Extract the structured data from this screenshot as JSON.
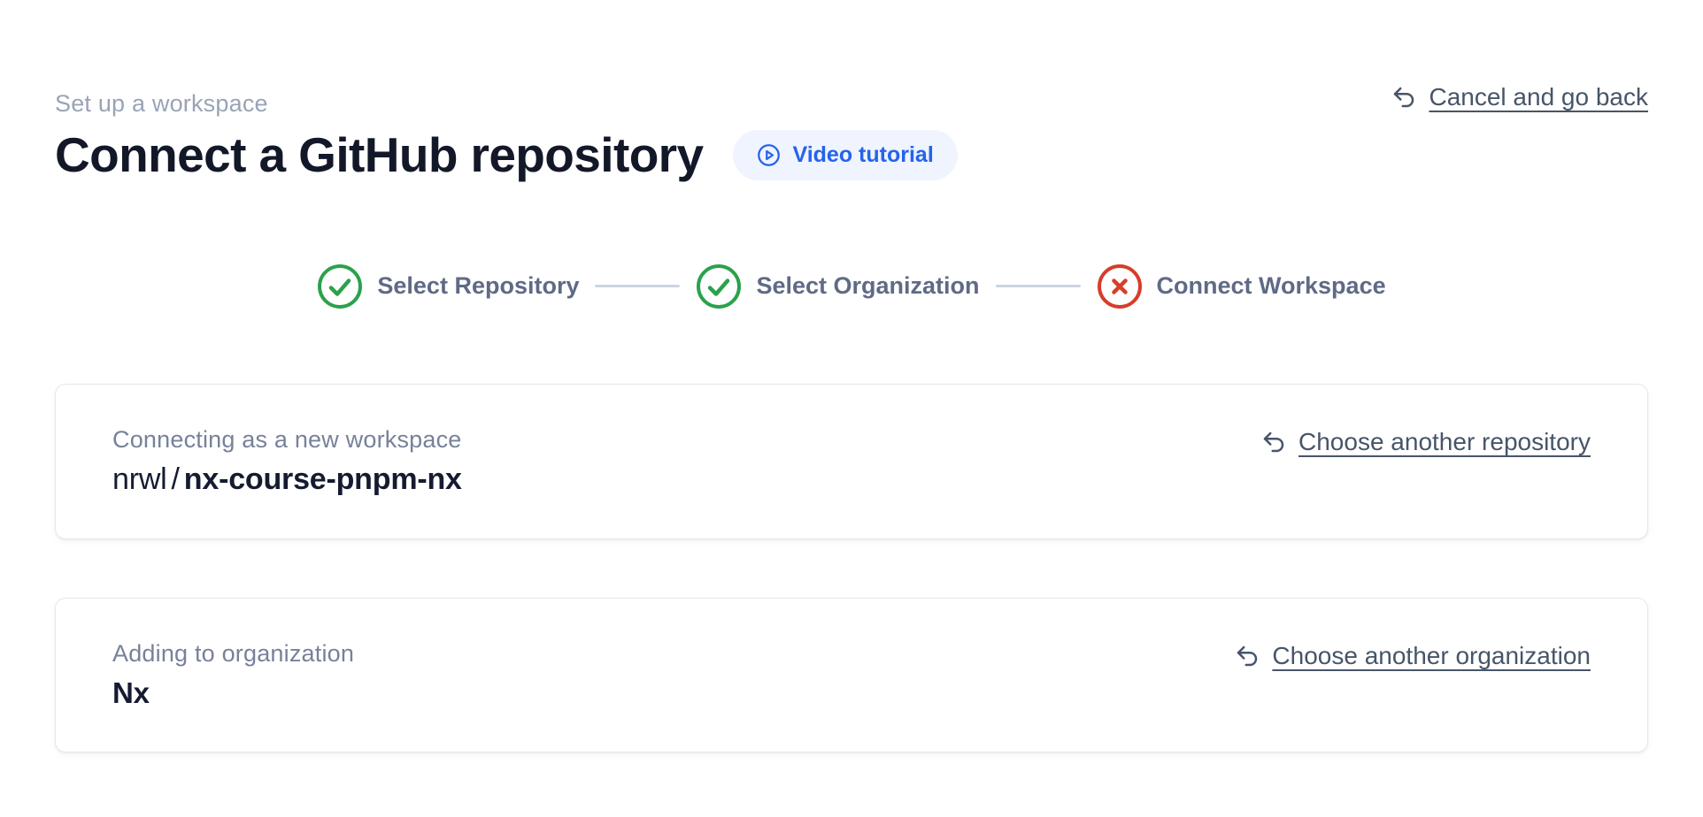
{
  "page": {
    "eyebrow": "Set up a workspace",
    "title": "Connect a GitHub repository",
    "video_tutorial_label": "Video tutorial",
    "cancel_link_label": "Cancel and go back"
  },
  "stepper": {
    "steps": [
      {
        "label": "Select Repository",
        "status": "done"
      },
      {
        "label": "Select Organization",
        "status": "done"
      },
      {
        "label": "Connect Workspace",
        "status": "error"
      }
    ]
  },
  "repository_card": {
    "label": "Connecting as a new workspace",
    "owner": "nrwl",
    "separator": "/",
    "repo_name": "nx-course-pnpm-nx",
    "change_link_label": "Choose another repository"
  },
  "organization_card": {
    "label": "Adding to organization",
    "org_name": "Nx",
    "change_link_label": "Choose another organization"
  },
  "colors": {
    "accent_blue": "#2563eb",
    "accent_blue_bg": "#eff4fe",
    "success_green": "#2ba14c",
    "error_red": "#d73d2a",
    "link_color": "#475569",
    "muted_text": "#78819a",
    "connector_gray": "#cbd5e1"
  }
}
